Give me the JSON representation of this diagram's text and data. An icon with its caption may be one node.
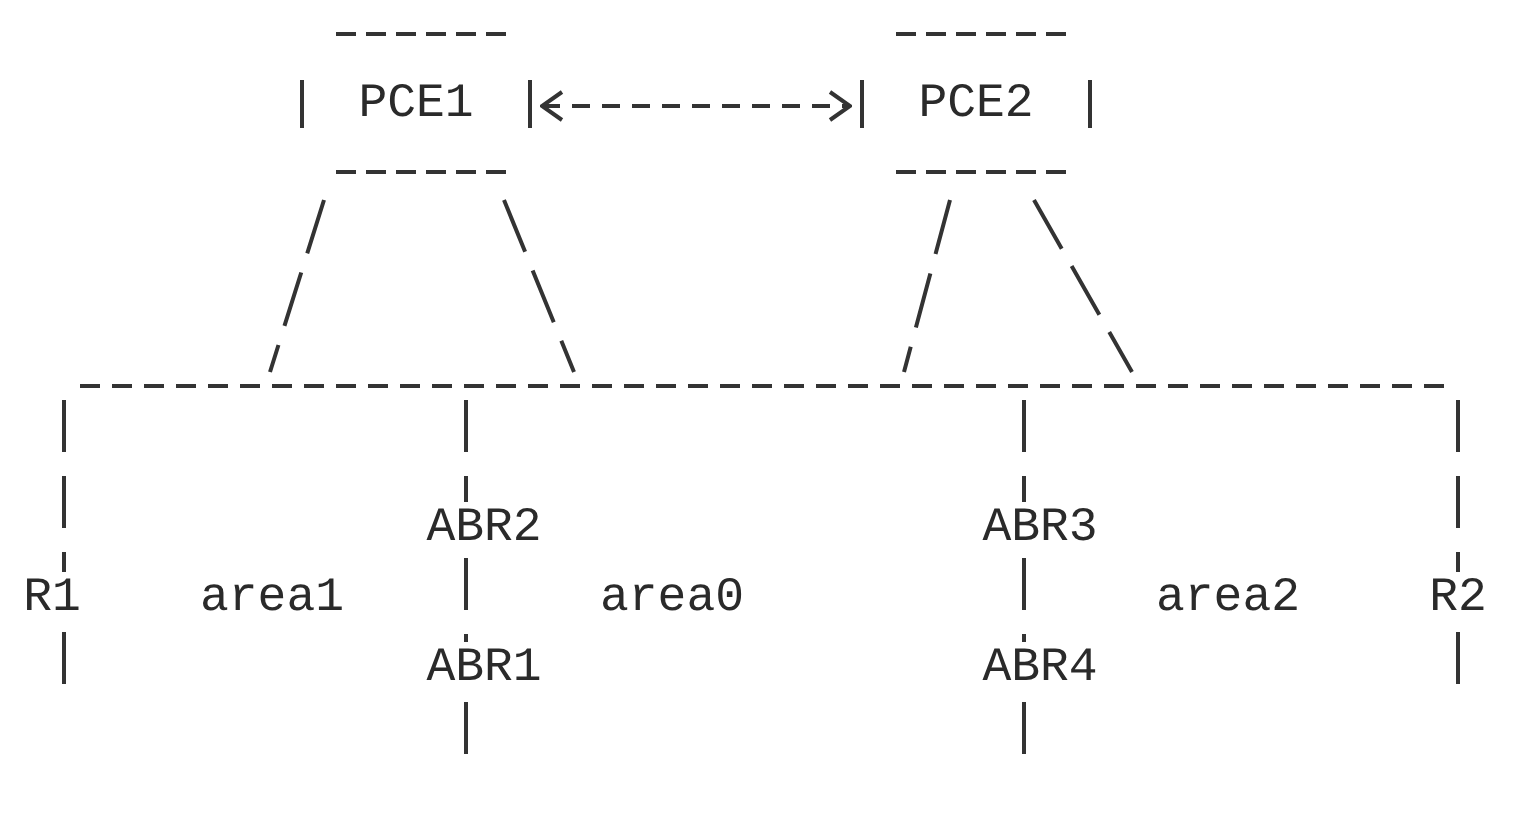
{
  "diagram": {
    "nodes": [
      {
        "text": [
          "PCE1"
        ]
      },
      {
        "text": [
          "PCE2"
        ]
      },
      {
        "text": [],
        "shape": "bar"
      },
      {
        "text": [
          "R1"
        ]
      },
      {
        "text": [
          "ABR2"
        ]
      },
      {
        "text": [
          "ABR1"
        ]
      },
      {
        "text": [
          "ABR3"
        ]
      },
      {
        "text": [
          "ABR4"
        ]
      },
      {
        "text": [
          "R2"
        ]
      }
    ],
    "edges": [
      {
        "from": 0,
        "to": 1,
        "arrow": "both"
      },
      {
        "from": 0,
        "to": 2,
        "arrow": "none"
      },
      {
        "from": 0,
        "to": 2,
        "arrow": "none"
      },
      {
        "from": 1,
        "to": 2,
        "arrow": "none"
      },
      {
        "from": 1,
        "to": 2,
        "arrow": "none"
      },
      {
        "from": 2,
        "to": 3,
        "arrow": "none"
      },
      {
        "from": 2,
        "to": 4,
        "arrow": "none"
      },
      {
        "from": 2,
        "to": 6,
        "arrow": "none"
      },
      {
        "from": 2,
        "to": 8,
        "arrow": "none"
      },
      {
        "from": 4,
        "to": 5,
        "arrow": "none"
      },
      {
        "from": 6,
        "to": 7,
        "arrow": "none"
      },
      {
        "from": 3,
        "to": null,
        "arrow": "none"
      },
      {
        "from": 5,
        "to": null,
        "arrow": "none"
      },
      {
        "from": 7,
        "to": null,
        "arrow": "none"
      },
      {
        "from": 8,
        "to": null,
        "arrow": "none"
      }
    ],
    "labels": [
      "area1",
      "area0",
      "area2"
    ]
  }
}
